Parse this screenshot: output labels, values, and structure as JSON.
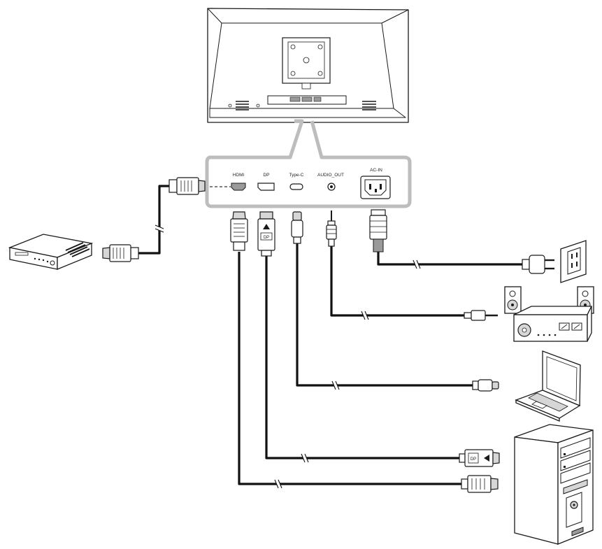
{
  "port_panel": {
    "ports": [
      {
        "id": "hdmi",
        "label": "HDMI"
      },
      {
        "id": "dp",
        "label": "DP"
      },
      {
        "id": "typec",
        "label": "Type-C"
      },
      {
        "id": "audio",
        "label": "AUDIO_OUT"
      },
      {
        "id": "acin",
        "label": "AC-IN"
      }
    ]
  },
  "devices": [
    {
      "id": "media-player",
      "icon": "media-player-icon"
    },
    {
      "id": "wall-outlet",
      "icon": "wall-outlet-icon"
    },
    {
      "id": "audio-system",
      "icon": "amplifier-speakers-icon"
    },
    {
      "id": "laptop",
      "icon": "laptop-icon"
    },
    {
      "id": "desktop-pc",
      "icon": "pc-tower-icon"
    }
  ],
  "connections": [
    {
      "port": "hdmi",
      "to": "media-player",
      "cable": "HDMI"
    },
    {
      "port": "hdmi",
      "to": "desktop-pc",
      "cable": "HDMI"
    },
    {
      "port": "dp",
      "to": "desktop-pc",
      "cable": "DP"
    },
    {
      "port": "typec",
      "to": "laptop",
      "cable": "Type-C"
    },
    {
      "port": "audio",
      "to": "audio-system",
      "cable": "3.5mm audio"
    },
    {
      "port": "acin",
      "to": "wall-outlet",
      "cable": "AC power"
    }
  ],
  "colors": {
    "line": "#1a1a1a",
    "panel_outline": "#bdbdbd",
    "metal_fill": "#d6d6d6"
  }
}
